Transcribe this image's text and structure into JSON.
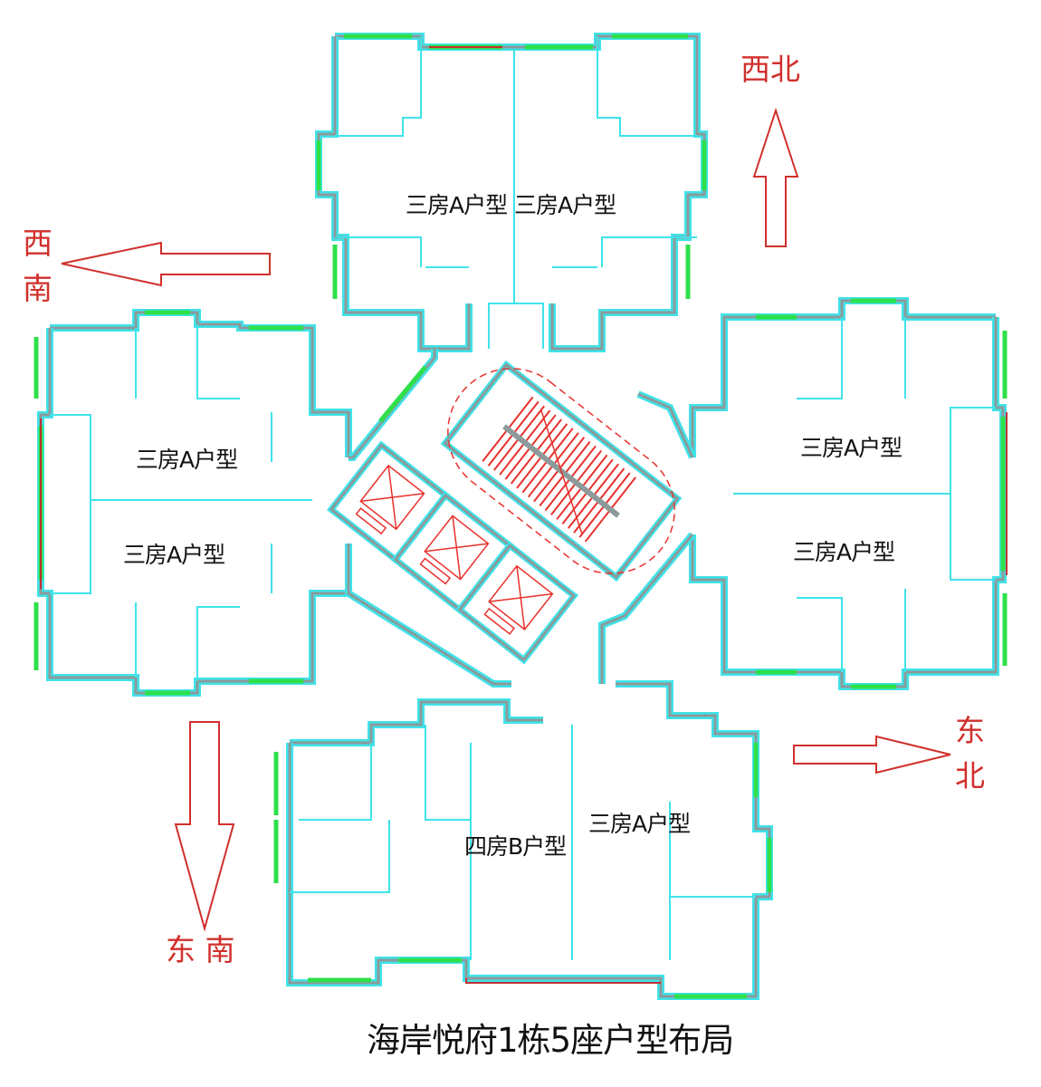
{
  "title": "海岸悦府1栋5座户型布局",
  "directions": {
    "northwest": "西北",
    "southwest_1": "西",
    "southwest_2": "南",
    "northeast_1": "东",
    "northeast_2": "北",
    "southeast": "东 南"
  },
  "units": [
    {
      "label": "三房A户型"
    },
    {
      "label": "三房A户型"
    },
    {
      "label": "三房A户型"
    },
    {
      "label": "三房A户型"
    },
    {
      "label": "三房A户型"
    },
    {
      "label": "三房A户型"
    },
    {
      "label": "三房A户型"
    },
    {
      "label": "四房B户型"
    }
  ],
  "colors": {
    "wall_outer": "#3fe3ea",
    "wall_inner": "#8c9a9a",
    "window": "#2ee04a",
    "stair": "#e8312c",
    "arrow": "#d0302c"
  }
}
